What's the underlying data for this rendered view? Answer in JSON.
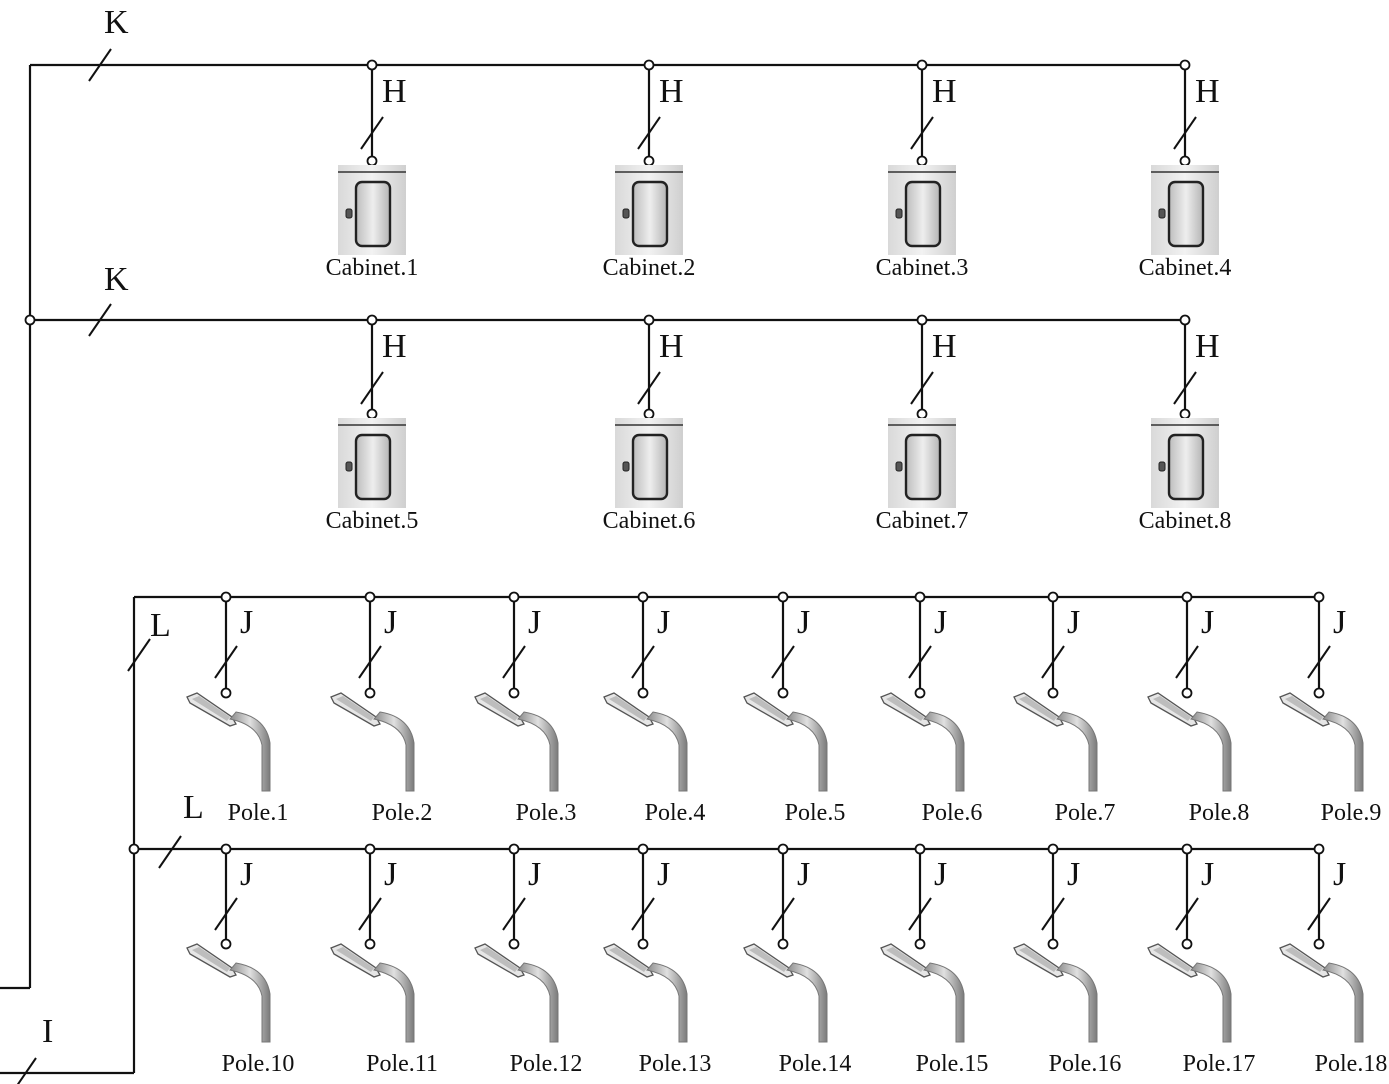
{
  "diagram": {
    "line_labels": {
      "cabinet_feeder": "K",
      "cabinet_drop": "H",
      "pole_feeder": "L",
      "pole_drop": "J",
      "incoming": "I"
    },
    "cabinet_rows": [
      {
        "cabinets": [
          "Cabinet.1",
          "Cabinet.2",
          "Cabinet.3",
          "Cabinet.4"
        ]
      },
      {
        "cabinets": [
          "Cabinet.5",
          "Cabinet.6",
          "Cabinet.7",
          "Cabinet.8"
        ]
      }
    ],
    "pole_rows": [
      {
        "poles": [
          "Pole.1",
          "Pole.2",
          "Pole.3",
          "Pole.4",
          "Pole.5",
          "Pole.6",
          "Pole.7",
          "Pole.8",
          "Pole.9"
        ]
      },
      {
        "poles": [
          "Pole.10",
          "Pole.11",
          "Pole.12",
          "Pole.13",
          "Pole.14",
          "Pole.15",
          "Pole.16",
          "Pole.17",
          "Pole.18"
        ]
      }
    ]
  }
}
